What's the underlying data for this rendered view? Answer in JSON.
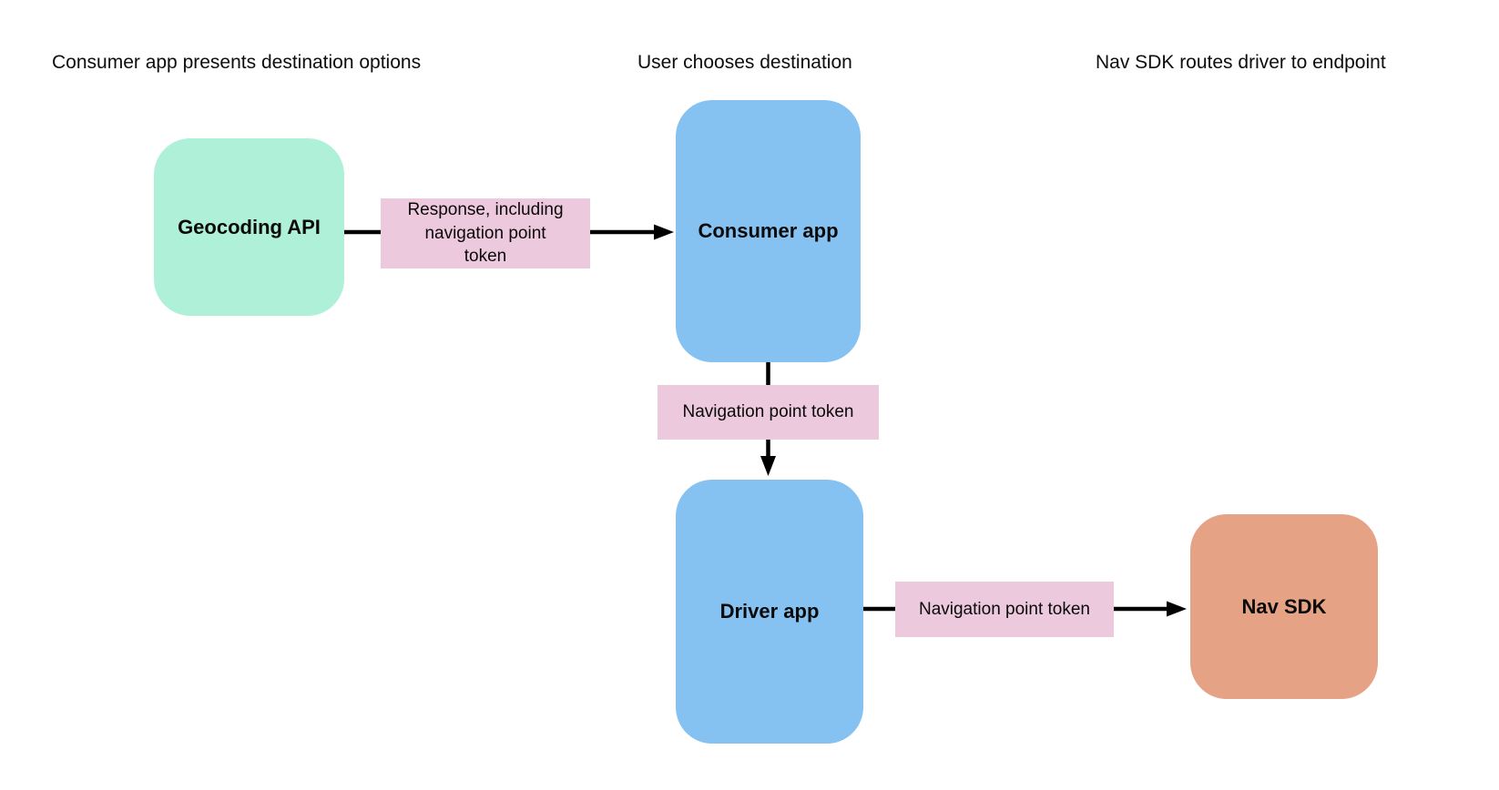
{
  "diagram": {
    "phase_headers": [
      {
        "label": "Consumer app presents destination options"
      },
      {
        "label": "User chooses destination"
      },
      {
        "label": "Nav SDK routes driver to endpoint"
      }
    ],
    "nodes": [
      {
        "id": "geocoding-api",
        "label": "Geocoding API",
        "color": "#aef0d8"
      },
      {
        "id": "consumer-app",
        "label": "Consumer app",
        "color": "#85c2f1"
      },
      {
        "id": "driver-app",
        "label": "Driver app",
        "color": "#85c2f1"
      },
      {
        "id": "nav-sdk",
        "label": "Nav SDK",
        "color": "#e5a285"
      }
    ],
    "edges": [
      {
        "from": "geocoding-api",
        "to": "consumer-app",
        "label": "Response, including\nnavigation point\ntoken"
      },
      {
        "from": "consumer-app",
        "to": "driver-app",
        "label": "Navigation point token"
      },
      {
        "from": "driver-app",
        "to": "nav-sdk",
        "label": "Navigation point token"
      }
    ],
    "colors": {
      "background": "#ffffff",
      "edge_label_bg": "#ecc9dd",
      "arrow": "#000000",
      "text": "#0d0d0d"
    }
  }
}
